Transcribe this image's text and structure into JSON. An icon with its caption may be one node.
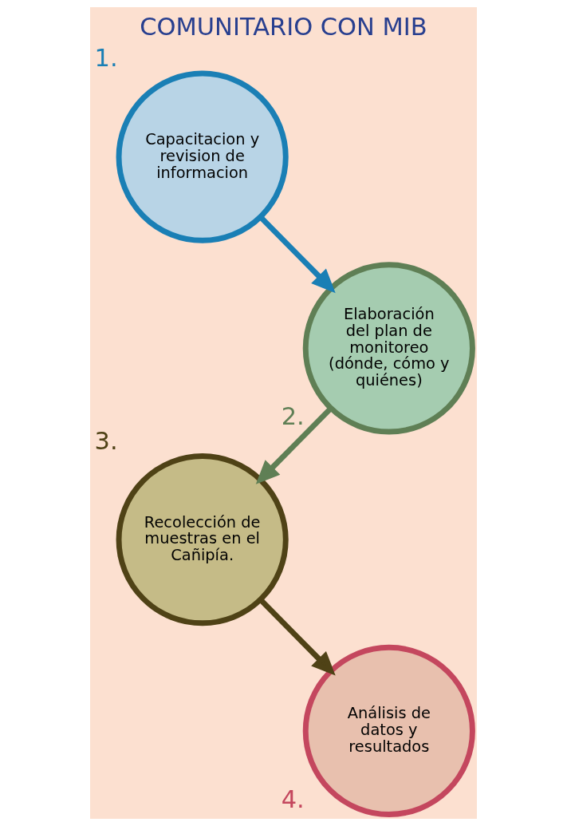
{
  "diagram": {
    "title": "COMUNITARIO CON MIB",
    "nodes": [
      {
        "text": [
          "Capacitacion y revision de informacion"
        ],
        "beside": [
          "1."
        ]
      },
      {
        "text": [
          "Elaboración del plan de monitoreo (dónde, cómo y quiénes)"
        ],
        "beside": [
          "2."
        ]
      },
      {
        "text": [
          "Recolección de muestras en el Cañipía."
        ],
        "beside": [
          "3."
        ]
      },
      {
        "text": [
          "Análisis de datos y resultados"
        ],
        "beside": [
          "4."
        ]
      }
    ],
    "edges": [
      {
        "from": 0,
        "to": 1,
        "arrow": "to",
        "color": "#1a7fb5"
      },
      {
        "from": 1,
        "to": 2,
        "arrow": "to",
        "color": "#5f7f55"
      },
      {
        "from": 2,
        "to": 3,
        "arrow": "to",
        "color": "#4f4216"
      }
    ]
  }
}
